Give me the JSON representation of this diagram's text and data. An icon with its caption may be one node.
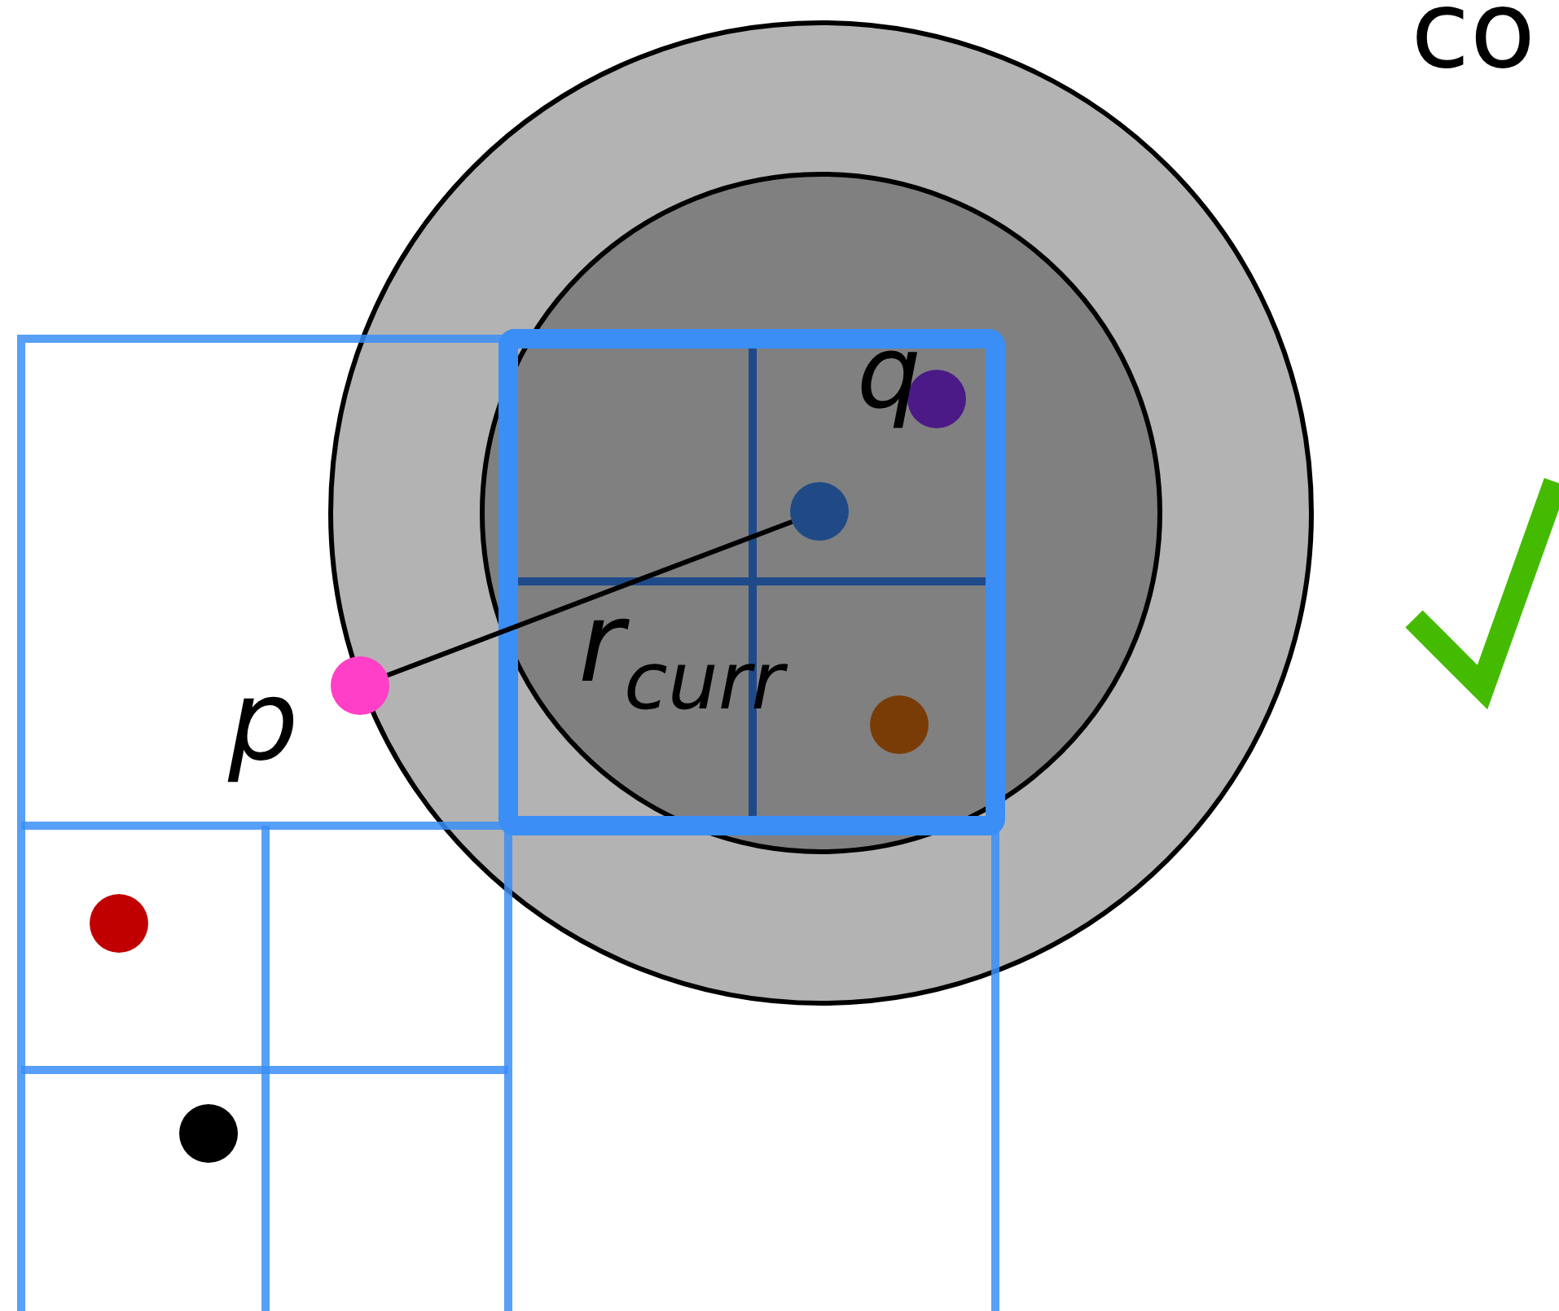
{
  "diagram": {
    "nodes": [
      {
        "text": [],
        "shape": "circle",
        "beside": [
          "p"
        ]
      },
      {
        "text": [],
        "shape": "circle"
      }
    ],
    "edges": [
      {
        "from": 0,
        "to": 1,
        "arrow": "none",
        "label": "r$_{curr}$"
      }
    ],
    "labels": [
      "co",
      "q"
    ]
  }
}
